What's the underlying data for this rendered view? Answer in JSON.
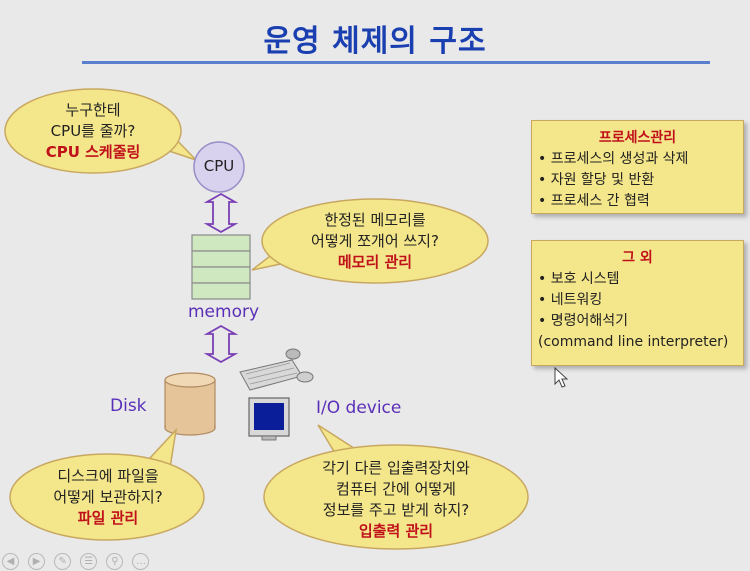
{
  "title": "운영 체제의 구조",
  "cpu_label": "CPU",
  "memory_label": "memory",
  "disk_label": "Disk",
  "io_label": "I/O device",
  "bubbles": {
    "cpu": {
      "line1": "누구한테",
      "line2": "CPU를 줄까?",
      "emph": "CPU 스케줄링"
    },
    "memory": {
      "line1": "한정된 메모리를",
      "line2": "어떻게 쪼개어 쓰지?",
      "emph": "메모리 관리"
    },
    "disk": {
      "line1": "디스크에 파일을",
      "line2": "어떻게 보관하지?",
      "emph": "파일 관리"
    },
    "io": {
      "line1": "각기 다른 입출력장치와",
      "line2": "컴퓨터 간에 어떻게",
      "line3": "정보를 주고 받게 하지?",
      "emph": "입출력 관리"
    }
  },
  "process_box": {
    "header": "프로세스관리",
    "items": [
      "• 프로세스의 생성과 삭제",
      "• 자원 할당 및 반환",
      "• 프로세스 간 협력"
    ]
  },
  "other_box": {
    "header": "그 외",
    "items": [
      "• 보호 시스템",
      "• 네트워킹",
      "• 명령어해석기",
      "(command line interpreter)"
    ]
  },
  "colors": {
    "title": "#1a3fb0",
    "bubble_fill": "#f4e68a",
    "emphasis": "#c0101a",
    "memory_fill": "#cfe8c0",
    "arrow": "#7a3fb5"
  }
}
